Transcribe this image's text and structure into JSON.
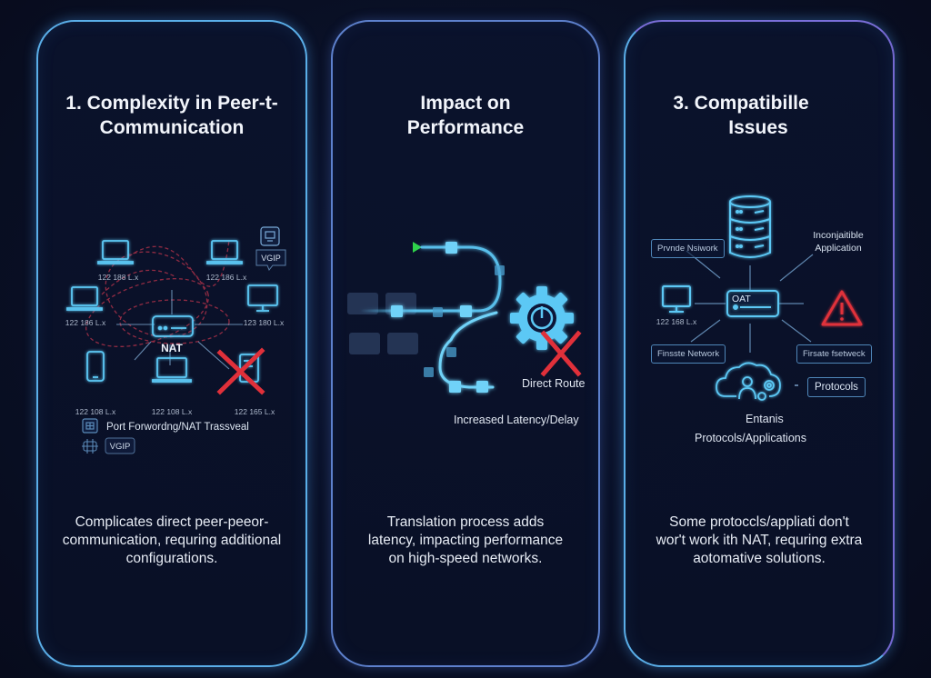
{
  "colors": {
    "background": "#0a1128",
    "panel_border": "#5aaee8",
    "accent_cyan": "#5cc8f5",
    "error_red": "#e0303a",
    "arrow_green": "#2fd24a",
    "dashed_red": "#b03048"
  },
  "panels": [
    {
      "title_lines": [
        "1. Complexity in Peer-t-",
        "Communication"
      ],
      "diagram": {
        "hub_label": "NAT",
        "devices": [
          {
            "icon": "laptop-icon",
            "label": "122 188 L.x"
          },
          {
            "icon": "laptop-icon",
            "label": "122 186 L.x"
          },
          {
            "icon": "laptop-icon",
            "label": "122 186 L.x"
          },
          {
            "icon": "monitor-icon",
            "label": "123 180 L.x"
          },
          {
            "icon": "phone-icon",
            "label": "122 108 L.x"
          },
          {
            "icon": "laptop-icon",
            "label": "122 108 L.x"
          },
          {
            "icon": "tablet-icon",
            "label": "122 165 L.x",
            "blocked": true
          }
        ],
        "vgip_badge": "VGIP",
        "legend": [
          {
            "icon": "grid-chip-icon",
            "label": "Port Forwordng/NAT Trassveal"
          },
          {
            "icon": "router-icon",
            "label": "VGIP"
          }
        ]
      },
      "description_lines": [
        "Complicates direct peer-peeor-",
        "communication, requring additional",
        "configurations."
      ]
    },
    {
      "title_lines": [
        "Impact on",
        "Performance"
      ],
      "diagram": {
        "gear_icon": "gear-power-icon",
        "labels": {
          "direct_route": "Direct Route",
          "latency": "Increased Latency/Delay"
        }
      },
      "description_lines": [
        "Translation process adds",
        "latency, impacting performance",
        "on high-speed networks."
      ]
    },
    {
      "title_lines": [
        "3. Compatibille",
        "Issues"
      ],
      "diagram": {
        "hub_label": "OAT",
        "incompatible_label_lines": [
          "Inconjaitible",
          "Application"
        ],
        "nodes": {
          "top_left": "Prvnde Nsiwork",
          "bottom_left": "Finsste Network",
          "bottom_right": "Firsate fsetweck",
          "monitor_label": "122 168 L.x",
          "protocols_bubble": "Protocols"
        },
        "bottom_label_lines": [
          "Entanis",
          "Protocols/Applications"
        ]
      },
      "description_lines": [
        "Some protoccls/appliati don't",
        "wor't work ith NAT, requring extra",
        "aotomative solutions."
      ]
    }
  ]
}
